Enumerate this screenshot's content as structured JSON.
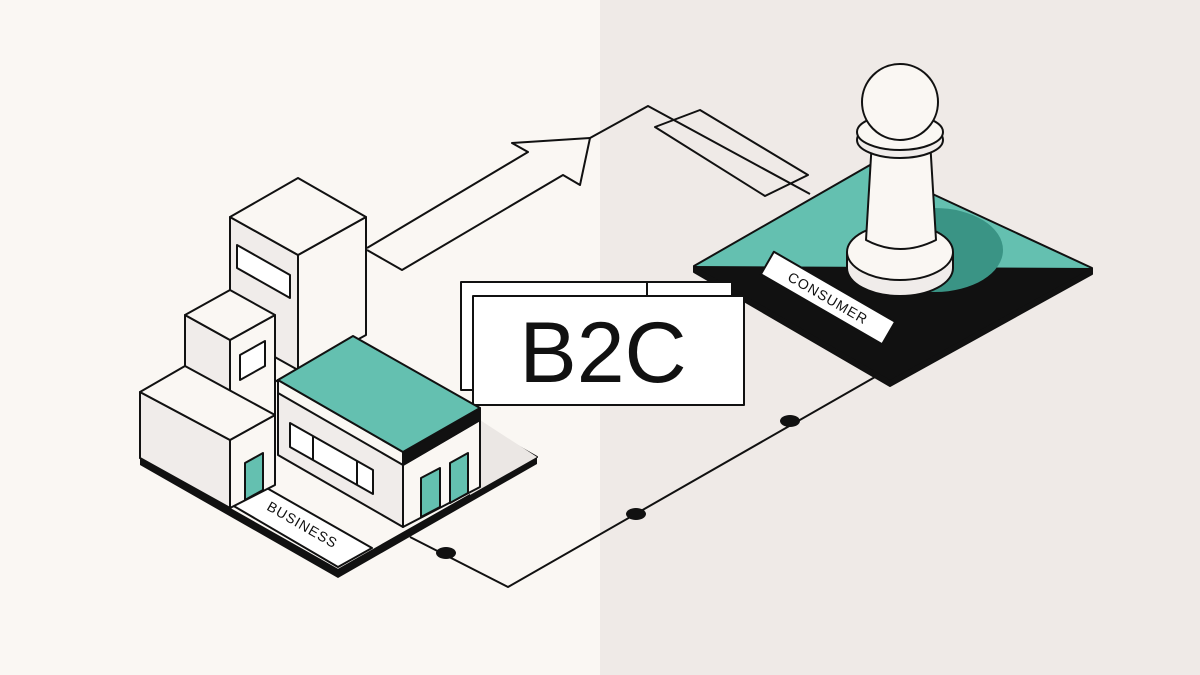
{
  "title": "B2C",
  "labels": {
    "business": "BUSINESS",
    "consumer": "CONSUMER"
  },
  "colors": {
    "left_bg": "#faf7f3",
    "right_bg": "#efeae7",
    "teal": "#64c0b0",
    "teal_dark": "#3a9485",
    "building_light": "#f0ecea",
    "outline": "#111111"
  }
}
